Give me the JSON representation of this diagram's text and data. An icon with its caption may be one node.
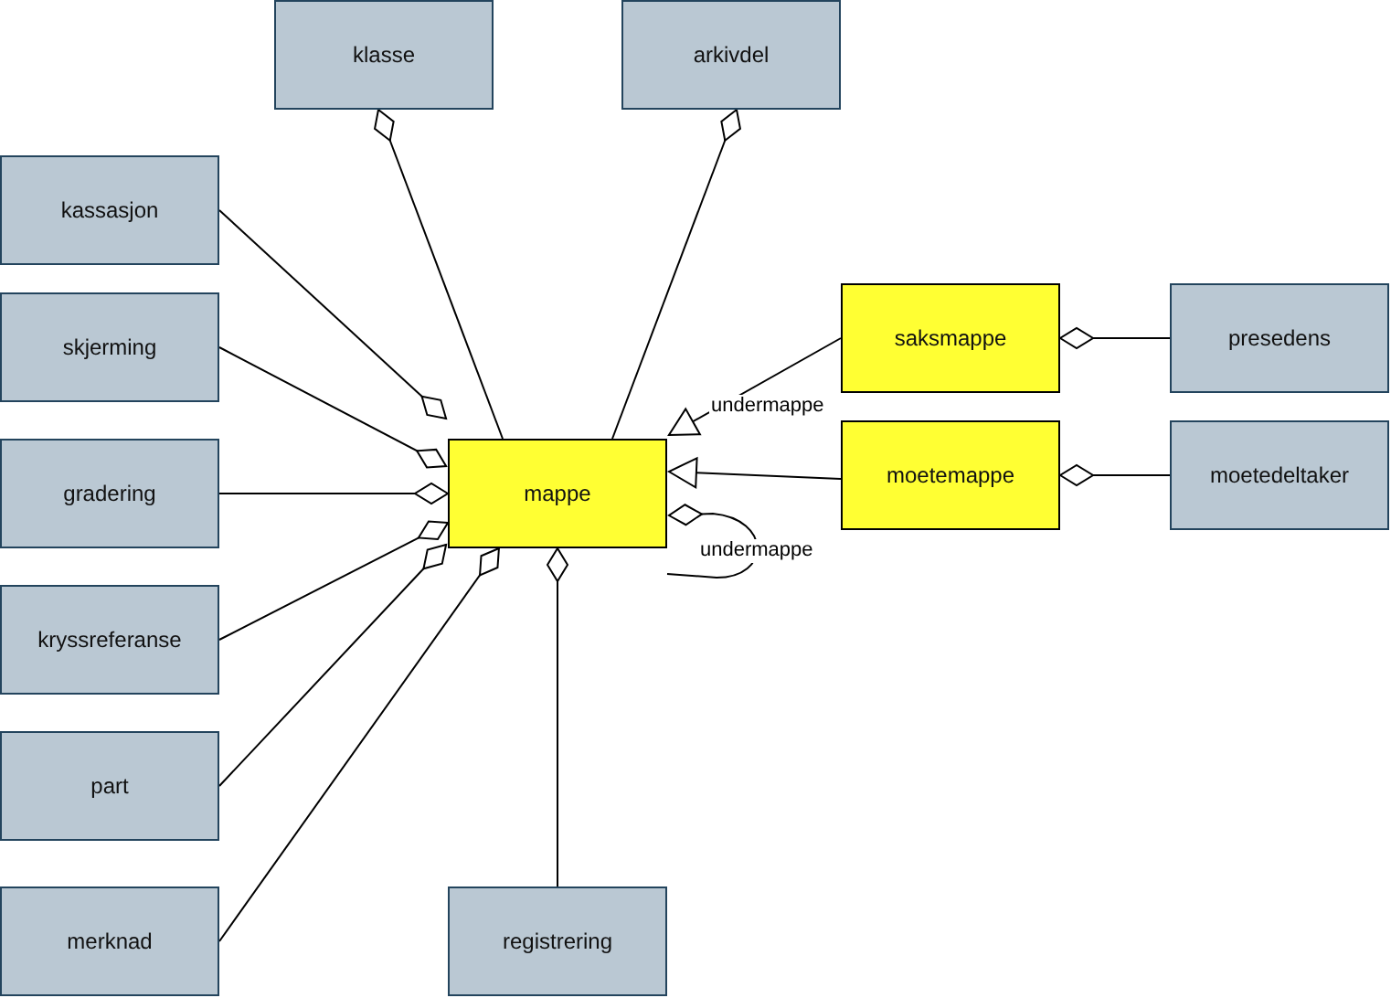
{
  "diagram": {
    "nodes": [
      {
        "text": [
          "klasse"
        ]
      },
      {
        "text": [
          "arkivdel"
        ]
      },
      {
        "text": [
          "kassasjon"
        ]
      },
      {
        "text": [
          "skjerming"
        ]
      },
      {
        "text": [
          "gradering"
        ]
      },
      {
        "text": [
          "kryssreferanse"
        ]
      },
      {
        "text": [
          "part"
        ]
      },
      {
        "text": [
          "merknad"
        ]
      },
      {
        "text": [
          "mappe"
        ]
      },
      {
        "text": [
          "saksmappe"
        ]
      },
      {
        "text": [
          "presedens"
        ]
      },
      {
        "text": [
          "moetemappe"
        ]
      },
      {
        "text": [
          "moetedeltaker"
        ]
      },
      {
        "text": [
          "registrering"
        ]
      }
    ],
    "edges": [
      {
        "from": 0,
        "to": 8,
        "arrow": "other"
      },
      {
        "from": 1,
        "to": 8,
        "arrow": "other"
      },
      {
        "from": 8,
        "to": 2,
        "arrow": "other"
      },
      {
        "from": 8,
        "to": 3,
        "arrow": "other"
      },
      {
        "from": 8,
        "to": 4,
        "arrow": "other"
      },
      {
        "from": 8,
        "to": 5,
        "arrow": "other"
      },
      {
        "from": 8,
        "to": 6,
        "arrow": "other"
      },
      {
        "from": 8,
        "to": 7,
        "arrow": "other"
      },
      {
        "from": 8,
        "to": 13,
        "arrow": "other"
      },
      {
        "from": 9,
        "to": 8,
        "arrow": "to",
        "label": "undermappe"
      },
      {
        "from": 11,
        "to": 8,
        "arrow": "to"
      },
      {
        "from": 8,
        "to": 8,
        "arrow": "other",
        "label": "undermappe"
      },
      {
        "from": 9,
        "to": 10,
        "arrow": "other"
      },
      {
        "from": 11,
        "to": 12,
        "arrow": "other"
      }
    ]
  }
}
